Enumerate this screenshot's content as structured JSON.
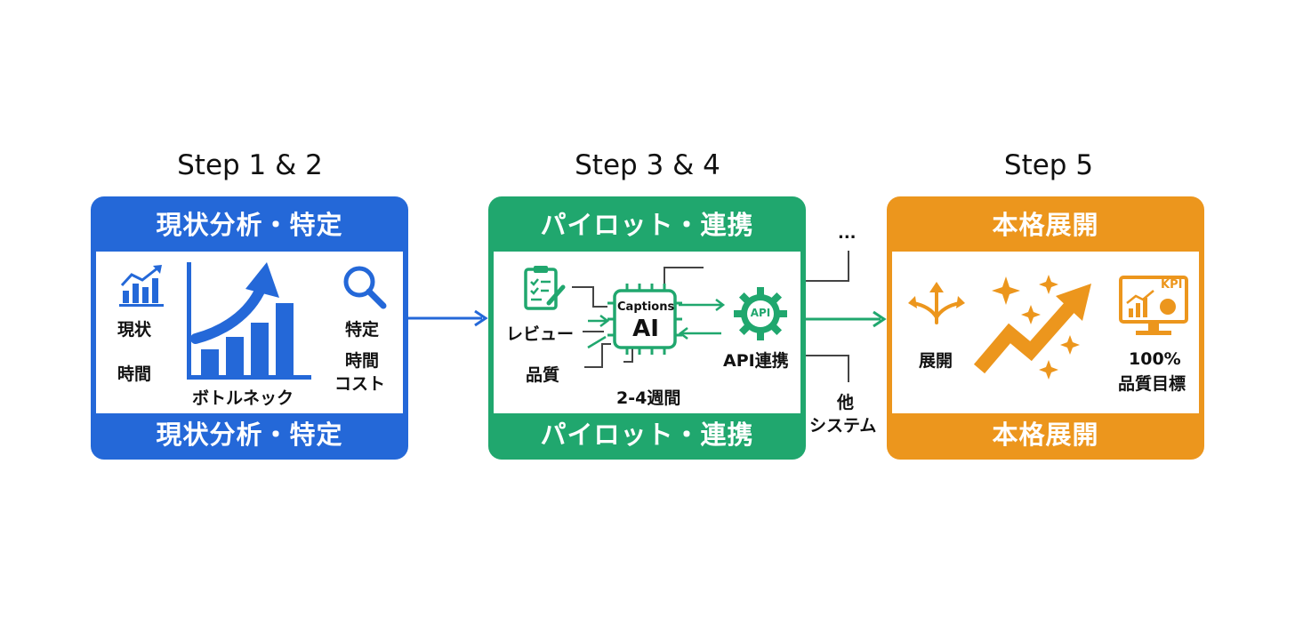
{
  "steps": [
    {
      "title": "Step 1 & 2",
      "header": "現状分析・特定",
      "footer": "現状分析・特定",
      "labels": {
        "current": "現状",
        "time": "時間",
        "bottleneck": "ボトルネック",
        "identify": "特定",
        "time_cost_1": "時間",
        "time_cost_2": "コスト"
      },
      "icons": [
        "bar-chart-trend-icon",
        "growth-chart-icon",
        "magnifier-icon"
      ]
    },
    {
      "title": "Step 3 & 4",
      "header": "パイロット・連携",
      "footer": "パイロット・連携",
      "labels": {
        "review": "レビュー",
        "quality": "品質",
        "chip_small": "Captions",
        "chip_big": "AI",
        "api": "API連携",
        "duration": "2-4週間"
      },
      "icons": [
        "clipboard-icon",
        "ai-chip-icon",
        "api-gear-icon"
      ]
    },
    {
      "title": "Step 5",
      "header": "本格展開",
      "footer": "本格展開",
      "labels": {
        "deploy": "展開",
        "target_1": "100%",
        "target_2": "品質目標",
        "kpi": "KPI"
      },
      "icons": [
        "deploy-arrows-icon",
        "rising-arrow-sparkle-icon",
        "kpi-monitor-icon"
      ]
    }
  ],
  "connector": {
    "ellipsis": "...",
    "other_1": "他",
    "other_2": "システム"
  },
  "colors": {
    "blue": "#2468d8",
    "green": "#20a76e",
    "orange": "#ec961d"
  }
}
